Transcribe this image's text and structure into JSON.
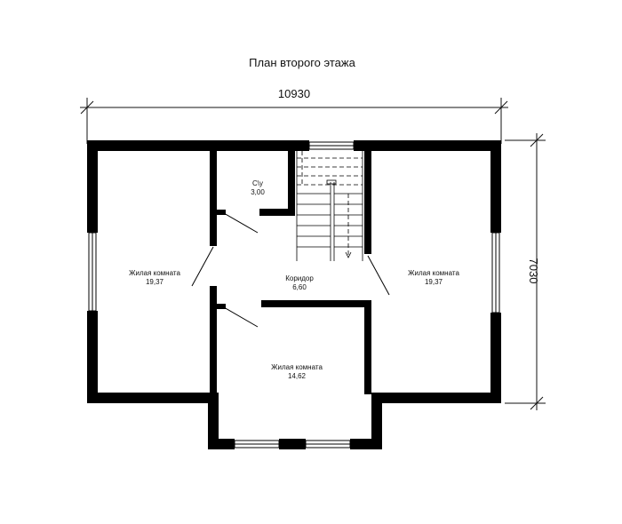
{
  "title": "План второго этажа",
  "dimensions": {
    "width": "10930",
    "height": "7030"
  },
  "rooms": [
    {
      "id": "left",
      "name": "Жилая комната",
      "area": "19,37"
    },
    {
      "id": "bath",
      "name": "С\\у",
      "area": "3,00"
    },
    {
      "id": "corridor",
      "name": "Коридор",
      "area": "6,60"
    },
    {
      "id": "right",
      "name": "Жилая комната",
      "area": "19,37"
    },
    {
      "id": "bottom",
      "name": "Жилая комната",
      "area": "14,62"
    }
  ],
  "colors": {
    "wall": "#000000",
    "line": "#111111"
  }
}
